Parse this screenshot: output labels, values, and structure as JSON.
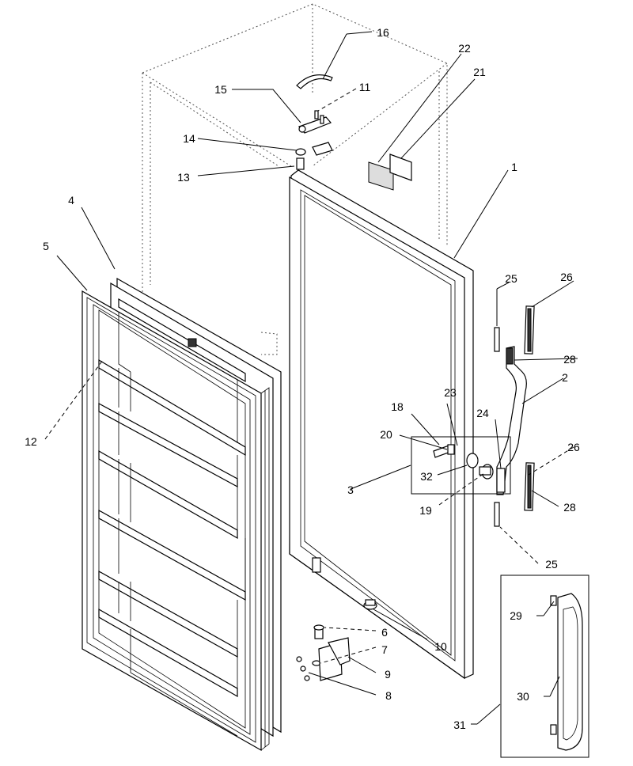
{
  "callouts": [
    {
      "id": "c16",
      "text": "16"
    },
    {
      "id": "c22",
      "text": "22"
    },
    {
      "id": "c21",
      "text": "21"
    },
    {
      "id": "c15",
      "text": "15"
    },
    {
      "id": "c11",
      "text": "11"
    },
    {
      "id": "c14",
      "text": "14"
    },
    {
      "id": "c13",
      "text": "13"
    },
    {
      "id": "c1",
      "text": "1"
    },
    {
      "id": "c4",
      "text": "4"
    },
    {
      "id": "c5",
      "text": "5"
    },
    {
      "id": "c25a",
      "text": "25"
    },
    {
      "id": "c26a",
      "text": "26"
    },
    {
      "id": "c28a",
      "text": "28"
    },
    {
      "id": "c2",
      "text": "2"
    },
    {
      "id": "c23",
      "text": "23"
    },
    {
      "id": "c18",
      "text": "18"
    },
    {
      "id": "c24",
      "text": "24"
    },
    {
      "id": "c20",
      "text": "20"
    },
    {
      "id": "c12",
      "text": "12"
    },
    {
      "id": "c26b",
      "text": "26"
    },
    {
      "id": "c3",
      "text": "3"
    },
    {
      "id": "c32",
      "text": "32"
    },
    {
      "id": "c19",
      "text": "19"
    },
    {
      "id": "c28b",
      "text": "28"
    },
    {
      "id": "c25b",
      "text": "25"
    },
    {
      "id": "c6",
      "text": "6"
    },
    {
      "id": "c10",
      "text": "10"
    },
    {
      "id": "c7",
      "text": "7"
    },
    {
      "id": "c29",
      "text": "29"
    },
    {
      "id": "c9",
      "text": "9"
    },
    {
      "id": "c30",
      "text": "30"
    },
    {
      "id": "c8",
      "text": "8"
    },
    {
      "id": "c31",
      "text": "31"
    }
  ]
}
